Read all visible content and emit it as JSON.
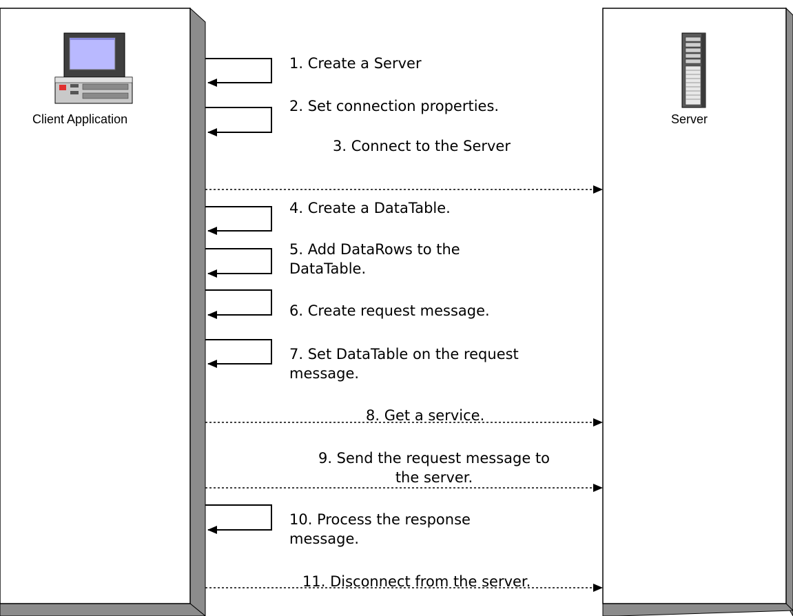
{
  "client": {
    "label": "Client Application"
  },
  "server": {
    "label": "Server"
  },
  "steps": {
    "s1": {
      "lines": [
        "1. Create a Server"
      ]
    },
    "s2": {
      "lines": [
        "2. Set connection properties."
      ]
    },
    "s3": {
      "lines": [
        "3. Connect to the Server"
      ]
    },
    "s4": {
      "lines": [
        "4. Create a DataTable."
      ]
    },
    "s5": {
      "lines": [
        "5. Add DataRows to the",
        "DataTable."
      ]
    },
    "s6": {
      "lines": [
        "6. Create request message."
      ]
    },
    "s7": {
      "lines": [
        "7. Set DataTable on the request",
        "message."
      ]
    },
    "s8": {
      "lines": [
        "8. Get a service."
      ]
    },
    "s9": {
      "lines": [
        "9. Send the request message to",
        "the server."
      ]
    },
    "s10": {
      "lines": [
        "10. Process the response",
        "message."
      ]
    },
    "s11": {
      "lines": [
        "11. Disconnect from the server."
      ]
    }
  }
}
